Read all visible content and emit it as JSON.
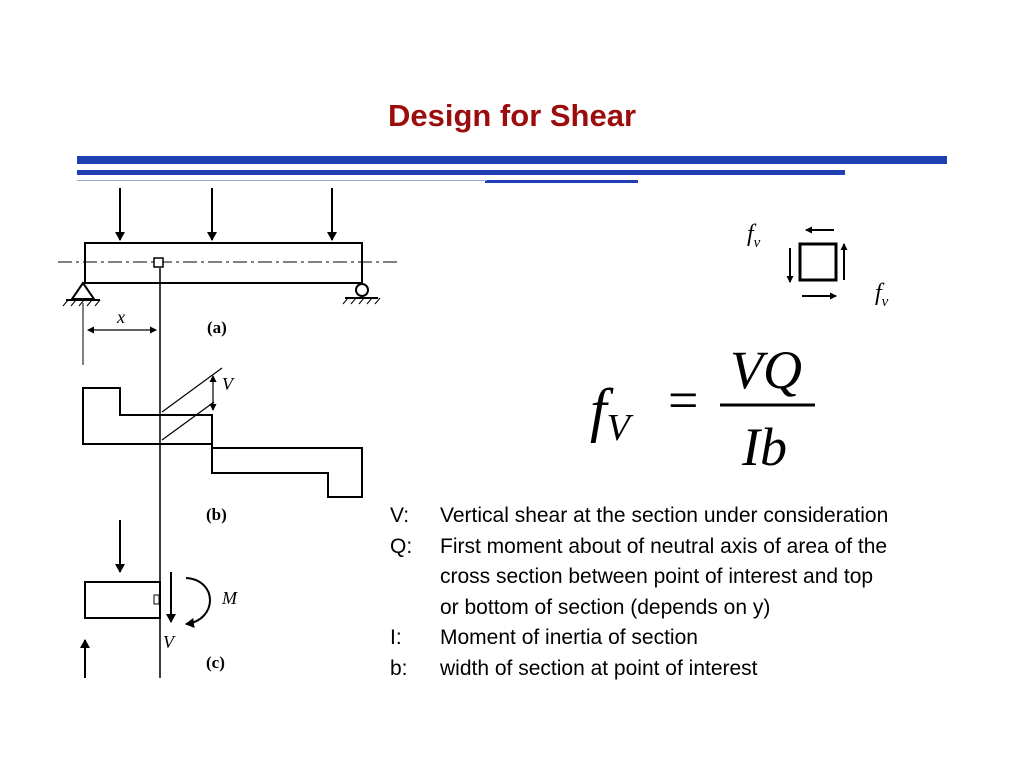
{
  "slide": {
    "title": "Design for Shear"
  },
  "figure_left": {
    "x_label": "x",
    "label_a": "(a)",
    "label_b": "(b)",
    "label_c": "(c)",
    "shear_label": "V",
    "moment_label": "M",
    "shear_label_c": "V"
  },
  "figure_right": {
    "element_stress_top": "f",
    "element_stress_top_sub": "v",
    "element_stress_side": "f",
    "element_stress_side_sub": "v",
    "formula_lhs": "f",
    "formula_lhs_sub": "V",
    "formula_equals": "=",
    "formula_numerator": "VQ",
    "formula_denominator": "Ib"
  },
  "definitions": [
    {
      "symbol": "V:",
      "text": "Vertical shear at the section under consideration"
    },
    {
      "symbol": "Q:",
      "text": "First moment about of neutral axis of area of the\ncross section between point of interest and top\nor bottom of section (depends on y)"
    },
    {
      "symbol": "I:",
      "text": "Moment of inertia of section"
    },
    {
      "symbol": "b:",
      "text": "width of section at point of interest"
    }
  ]
}
